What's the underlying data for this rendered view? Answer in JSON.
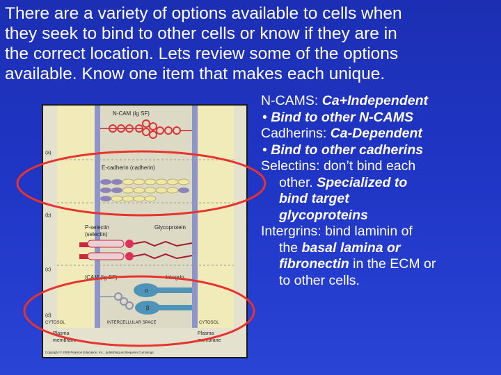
{
  "intro": {
    "line1": "There are a variety of options available to cells when",
    "line2": "they seek to bind to other cells or know if they are in",
    "line3": "the correct location.  Lets review some of the options",
    "line4": "available. Know one item that makes each unique."
  },
  "notes": {
    "ncam_label": "N-CAMS: ",
    "ncam_em": "Ca+Independent",
    "ncam_bullet_dot": "•  ",
    "ncam_bullet": "Bind to other N-CAMS",
    "cad_label": "Cadherins: ",
    "cad_em": "Ca-Dependent",
    "cad_bullet_dot": "•  ",
    "cad_bullet": "Bind to other cadherins",
    "sel_line1": "Selectins: don’t bind each",
    "sel_line2a": "other. ",
    "sel_line2b": "Specialized to",
    "sel_line3": "bind target",
    "sel_line4": "glycoproteins",
    "int_line1": "Intergrins: bind laminin of",
    "int_line2a": "the ",
    "int_line2b": "basal lamina or",
    "int_line3a": "fibronectin",
    "int_line3b": " in the ECM or",
    "int_line4": "to other cells."
  },
  "figure": {
    "ncam_label": "N-CAM (Ig SF)",
    "ecad_label": "E-cadherin (cadherin)",
    "psel_label1": "P-selectin",
    "psel_label2": "(selectin)",
    "glyco_label": "Glycoprotein",
    "icam_label": "ICAM (Ig SF)",
    "integrin_label": "Integrin",
    "alpha": "α",
    "beta": "β",
    "panel_a": "(a)",
    "panel_b": "(b)",
    "panel_c": "(c)",
    "panel_d": "(d)",
    "cytosol_left": "CYTOSOL",
    "intercellular": "INTERCELLULAR SPACE",
    "cytosol_right": "CYTOSOL",
    "plasma_left1": "Plasma",
    "plasma_left2": "membrane",
    "plasma_right1": "Plasma",
    "plasma_right2": "membrane",
    "copyright": "Copyright © 2008 Pearson Education, Inc., publishing as Benjamin Cummings."
  },
  "colors": {
    "background": "#1f35c4",
    "highlight_circle": "#e8322e",
    "membrane": "#8f95c9",
    "ncam": "#d8343a",
    "cadherin_light": "#efe7a8",
    "cadherin_dark": "#8c83b8",
    "selectin": "#c82b3a",
    "integrin": "#4e93b8"
  }
}
